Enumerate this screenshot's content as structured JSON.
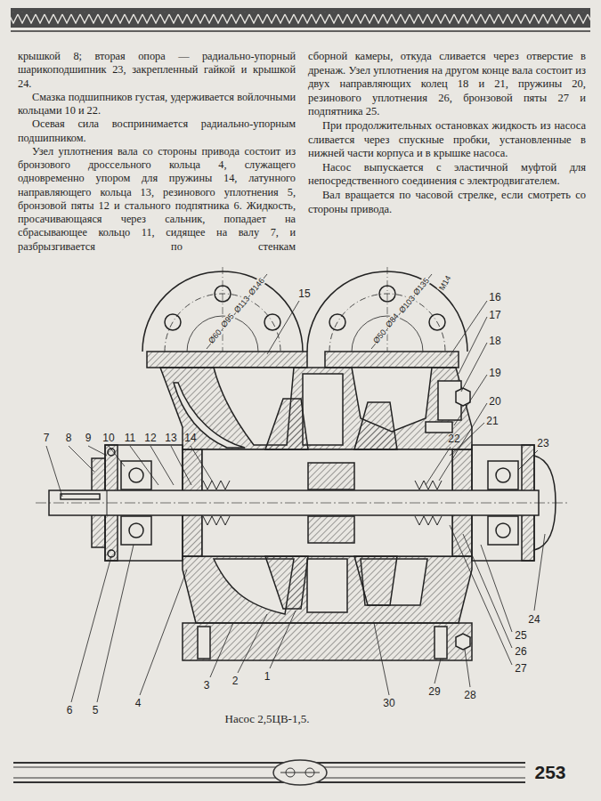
{
  "diagram": {
    "caption": "Насос 2,5ЦВ-1,5.",
    "labels": [
      "крышкой 8; вторая опора — радиально-упорный шарикоподшипник 23, закрепленный гайкой и крышкой 24.",
      "Смазка подшипников густая, удерживается войлочными кольцами 10 и 22.",
      "Осевая сила воспринимается радиально-упорным подшипником.",
      "Узел уплотнения вала со стороны привода состоит из бронзового дроссельного кольца 4, служащего одновременно упором для пружины 14, латунного направляющего кольца 13, резинового уплотнения 5, бронзовой пяты 12 и стального подпятника 6. Жидкость, просачивающаяся через сальник, попадает на сбрасывающее кольцо 11, сидящее на валу 7, и разбрызгивается по стенкам",
      "сборной камеры, откуда сливается через отверстие в дренаж. Узел уплотнения на другом конце вала состоит из двух направляющих колец 18 и 21, пружины 20, резинового уплотнения 26, бронзовой пяты 27 и подпятника 25.",
      "При продолжительных остановках жидкость из насоса сливается через спускные пробки, установленные в нижней части корпуса и в крышке насоса.",
      "Насос выпускается с эластичной муфтой для непосредственного соединения с электродвигателем.",
      "Вал вращается по часовой стрелке, если смотреть со стороны привода.",
      "7",
      "8",
      "9",
      "10",
      "11",
      "12",
      "13",
      "14",
      "15",
      "16",
      "17",
      "18",
      "19",
      "20",
      "21",
      "22",
      "23",
      "24",
      "25",
      "26",
      "27",
      "28",
      "29",
      "30",
      "6",
      "5",
      "4",
      "3",
      "2",
      "1",
      "Ø60",
      "Ø95",
      "Ø113",
      "Ø146",
      "M14",
      "Ø50",
      "Ø84",
      "Ø103",
      "Ø135",
      "253"
    ]
  }
}
